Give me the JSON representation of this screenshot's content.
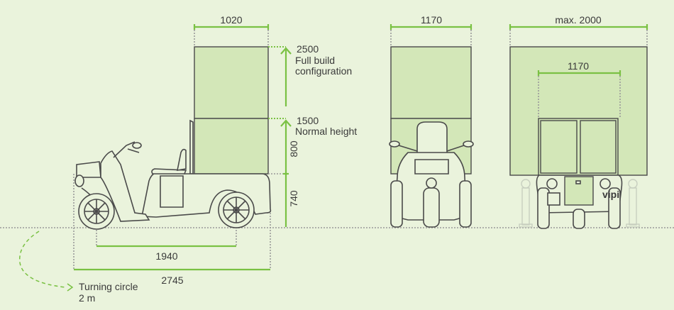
{
  "side_view": {
    "width_label": "1020",
    "full_height_value": "2500",
    "full_height_caption_1": "Full build",
    "full_height_caption_2": "configuration",
    "normal_height_value": "1500",
    "normal_height_caption": "Normal height",
    "box_height_label": "800",
    "base_height_label": "740",
    "wheelbase_label": "1940",
    "length_label": "2745",
    "turning_caption_1": "Turning circle",
    "turning_caption_2": "2 m"
  },
  "front_view": {
    "width_label": "1170"
  },
  "rear_view": {
    "max_width_label": "max. 2000",
    "inner_width_label": "1170",
    "brand_mark": "vipi"
  },
  "colors": {
    "background": "#eaf3dc",
    "accent": "#7ac143",
    "box_fill": "#d3e7b8",
    "line": "#4a4a4a"
  }
}
